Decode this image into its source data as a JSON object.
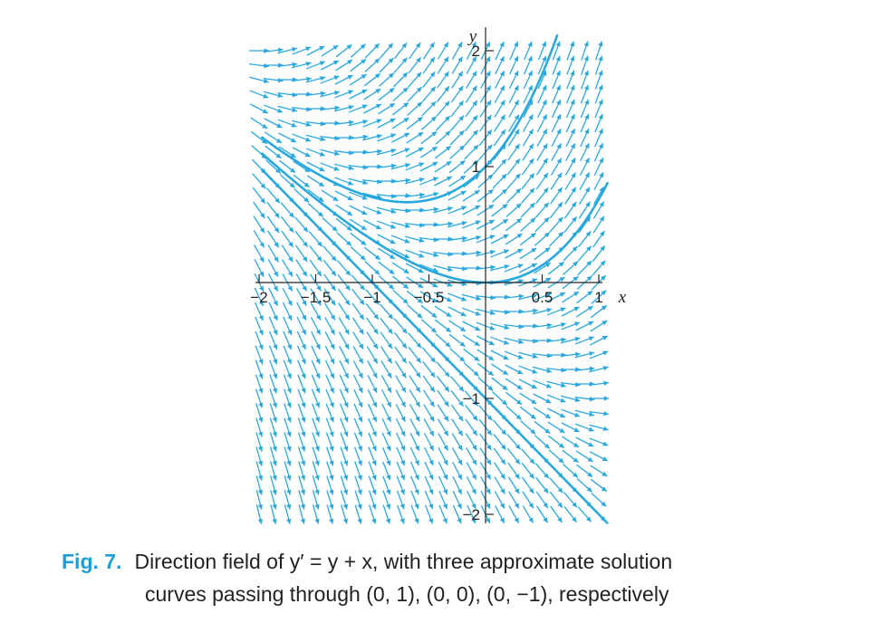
{
  "chart_data": {
    "type": "direction_field",
    "equation": "y' = y + x",
    "xlim": [
      -2,
      1
    ],
    "ylim": [
      -2,
      2
    ],
    "x_ticks": [
      -2,
      -1.5,
      -1,
      -0.5,
      0.5,
      1
    ],
    "x_tick_labels": [
      "−2",
      "−1.5",
      "−1",
      "−0.5",
      "0.5",
      "1"
    ],
    "y_ticks": [
      2,
      1,
      -1,
      -2
    ],
    "y_tick_labels": [
      "2",
      "1",
      "−1",
      "−2"
    ],
    "xlabel": "x",
    "ylabel": "y",
    "field": {
      "x_start": -2,
      "x_end": 1,
      "x_step": 0.125,
      "y_start": -2,
      "y_end": 2.1,
      "y_step": 0.125
    },
    "curves": [
      {
        "through": [
          0,
          1
        ],
        "solution": "y = 2e^x - x - 1"
      },
      {
        "through": [
          0,
          0
        ],
        "solution": "y = e^x - x - 1"
      },
      {
        "through": [
          0,
          -1
        ],
        "solution": "y = -x - 1"
      }
    ],
    "color": "#29a8dd"
  },
  "caption": {
    "label": "Fig. 7.",
    "line1": "Direction field of y′ = y + x, with three approximate solution",
    "line2": "curves passing through (0, 1), (0, 0), (0, −1), respectively"
  }
}
